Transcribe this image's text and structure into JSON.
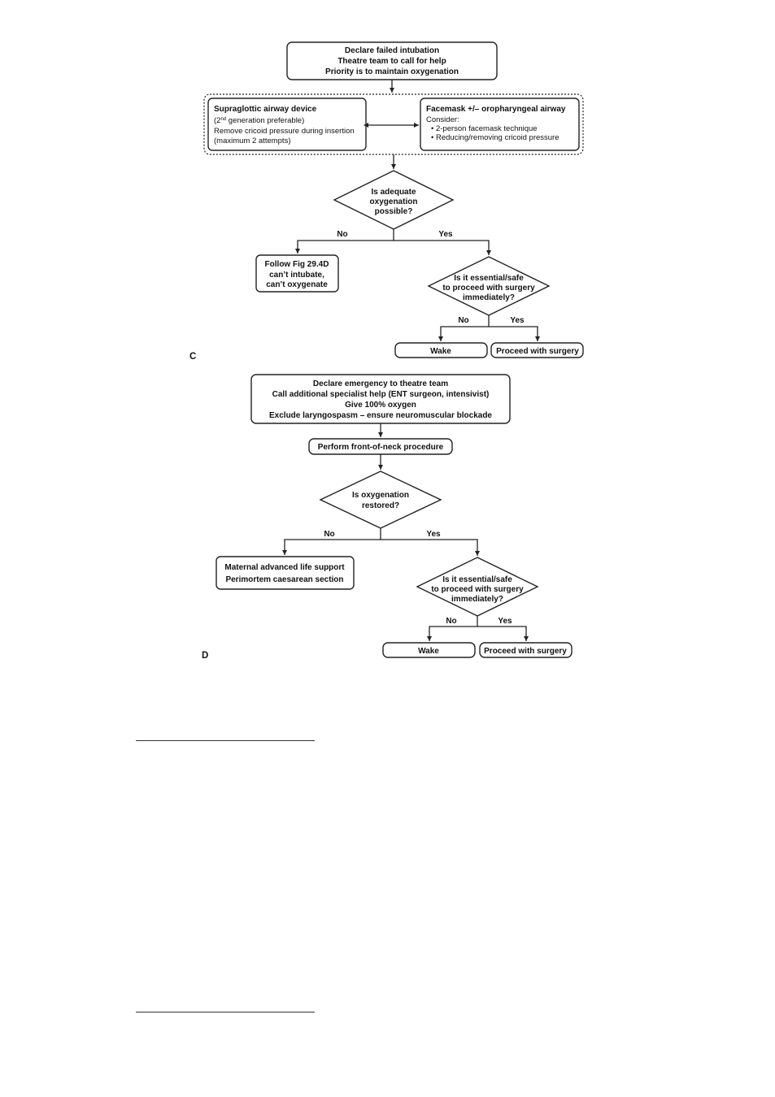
{
  "panel_c": {
    "label": "C",
    "start": [
      "Declare failed intubation",
      "Theatre team to call for help",
      "Priority is to maintain oxygenation"
    ],
    "sad": {
      "title": "Supraglottic airway device",
      "l1_pre": "(2",
      "l1_sup": "nd",
      "l1_post": " generation preferable)",
      "l2": "Remove cricoid pressure during insertion",
      "l3": "(maximum 2 attempts)"
    },
    "facemask": {
      "title": "Facemask +/– oropharyngeal airway",
      "consider": "Consider:",
      "bullets": [
        "• 2-person facemask technique",
        "• Reducing/removing cricoid pressure"
      ]
    },
    "decision1": [
      "Is adequate",
      "oxygenation",
      "possible?"
    ],
    "no": "No",
    "yes": "Yes",
    "follow": [
      "Follow Fig 29.4D",
      "can’t intubate,",
      "can’t oxygenate"
    ],
    "decision2": [
      "Is it essential/safe",
      "to proceed with surgery",
      "immediately?"
    ],
    "no2": "No",
    "yes2": "Yes",
    "wake": "Wake",
    "proceed": "Proceed with surgery"
  },
  "panel_d": {
    "label": "D",
    "start": [
      "Declare emergency to theatre team",
      "Call additional specialist help (ENT surgeon, intensivist)",
      "Give 100% oxygen",
      "Exclude laryngospasm – ensure neuromuscular blockade"
    ],
    "fon": "Perform front-of-neck procedure",
    "decision1": [
      "Is oxygenation",
      "restored?"
    ],
    "no": "No",
    "yes": "Yes",
    "als": [
      "Maternal advanced life support",
      "Perimortem caesarean section"
    ],
    "decision2": [
      "Is it essential/safe",
      "to proceed with surgery",
      "immediately?"
    ],
    "no2": "No",
    "yes2": "Yes",
    "wake": "Wake",
    "proceed": "Proceed with surgery"
  }
}
